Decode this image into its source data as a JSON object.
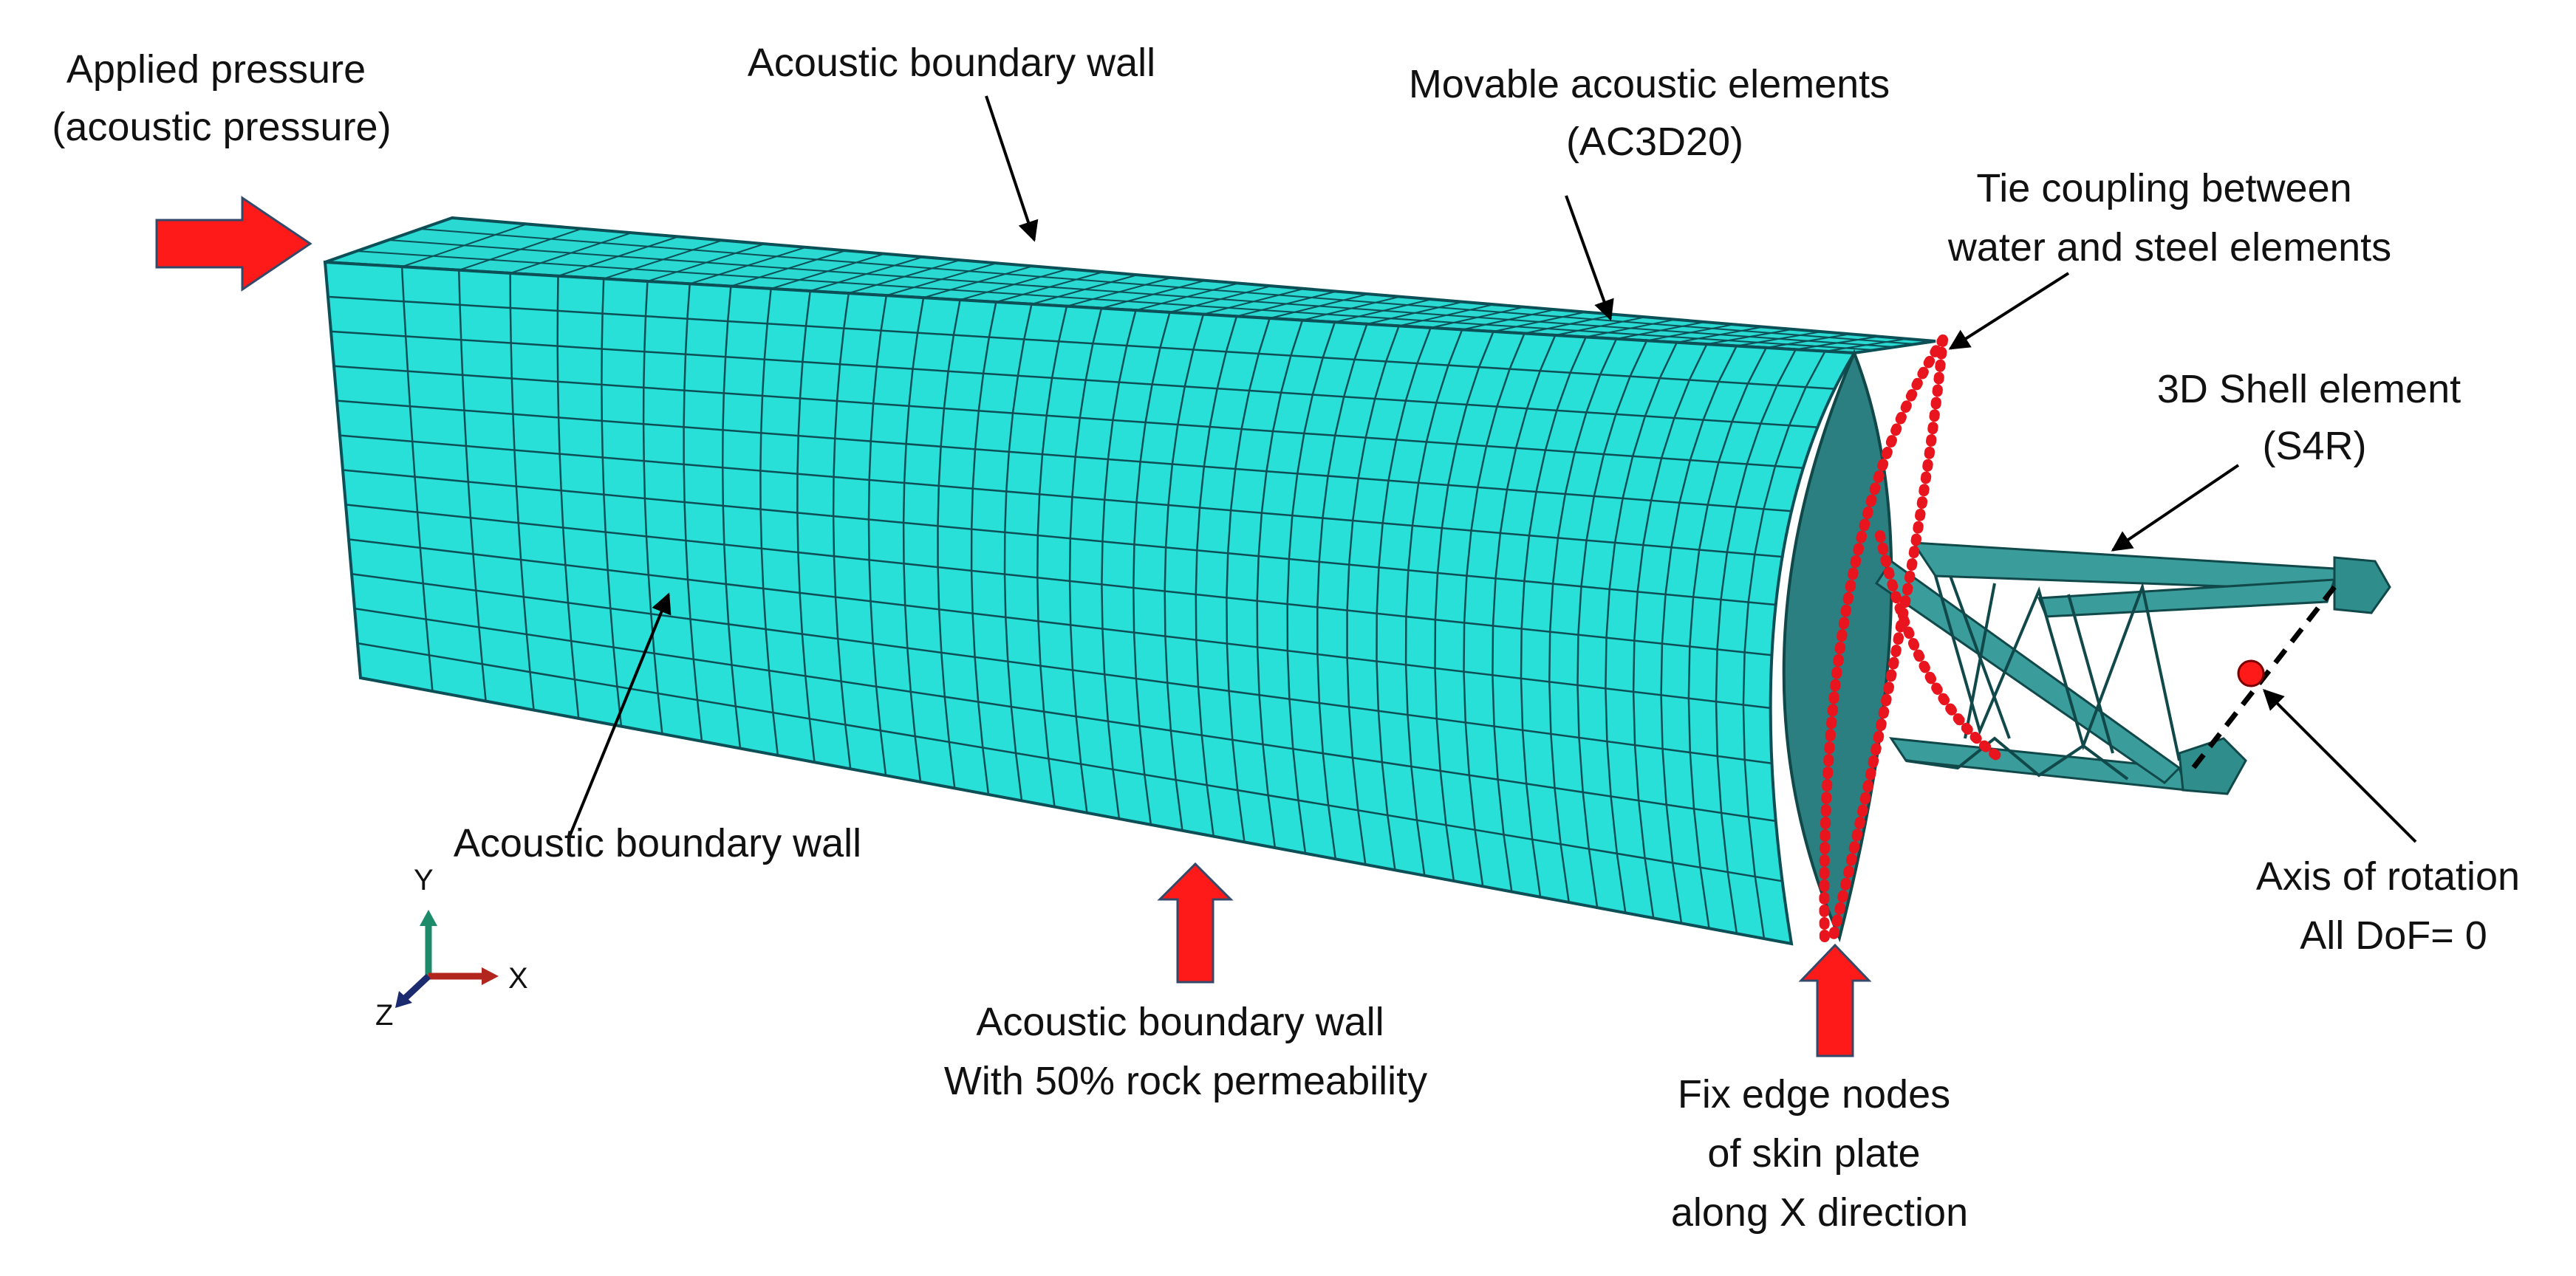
{
  "labels": {
    "applied_pressure": [
      "Applied pressure",
      "(acoustic pressure)"
    ],
    "boundary_wall_top": "Acoustic boundary wall",
    "movable_elements": [
      "Movable acoustic elements",
      "(AC3D20)"
    ],
    "tie_coupling": [
      "Tie coupling between",
      "water and steel elements"
    ],
    "shell_element": [
      "3D Shell element",
      "(S4R)"
    ],
    "boundary_wall_left": "Acoustic boundary wall",
    "boundary_wall_bottom": [
      "Acoustic boundary wall",
      "With 50% rock permeability"
    ],
    "fix_edge_nodes": [
      "Fix edge nodes",
      "of skin plate",
      "along X direction"
    ],
    "axis_of_rotation": [
      "Axis of rotation",
      "All DoF= 0"
    ]
  },
  "triad": {
    "y": "Y",
    "x": "X",
    "z": "Z"
  },
  "colors": {
    "mesh_fill": "#29e0d8",
    "mesh_line": "#0d4f56",
    "steel": "#1f7d7f",
    "arrow_red": "#ff1a1a",
    "dotted_red": "#e8141e"
  }
}
